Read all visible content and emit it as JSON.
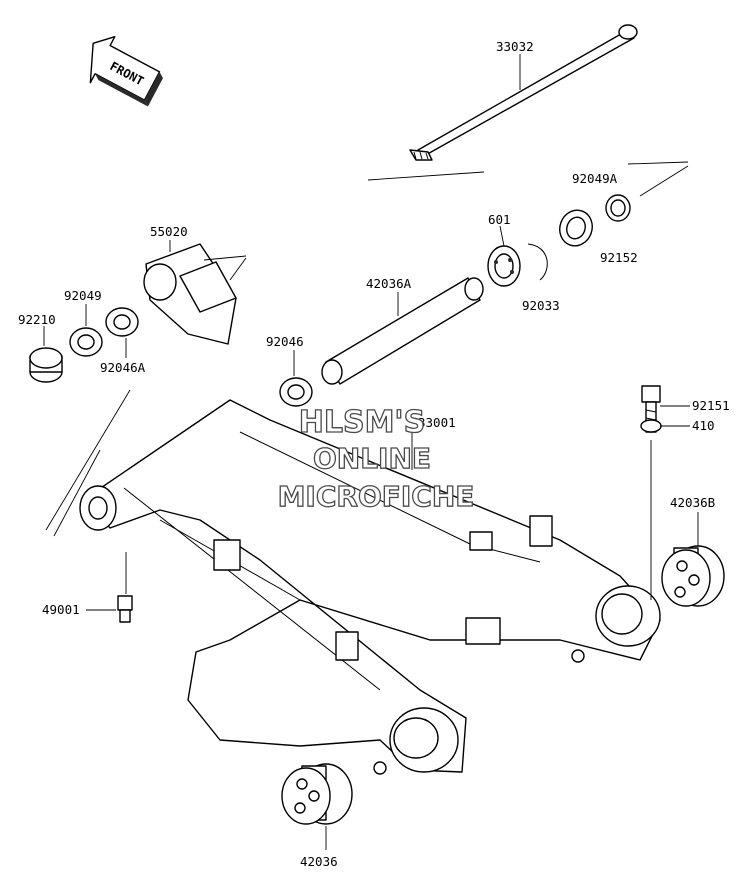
{
  "labels": {
    "p33032": "33032",
    "p92049A": "92049A",
    "p92152": "92152",
    "p601": "601",
    "p92033": "92033",
    "p55020": "55020",
    "p42036A": "42036A",
    "p92049": "92049",
    "p92210": "92210",
    "p92046A": "92046A",
    "p92046": "92046",
    "p33001": "33001",
    "p92151": "92151",
    "p410": "410",
    "p42036B": "42036B",
    "p49001": "49001",
    "p42036": "42036"
  },
  "front_arrow": "FRONT",
  "watermark": {
    "line1": "HLSM'S",
    "line2": "ONLINE",
    "line3": "MICROFICHE"
  }
}
